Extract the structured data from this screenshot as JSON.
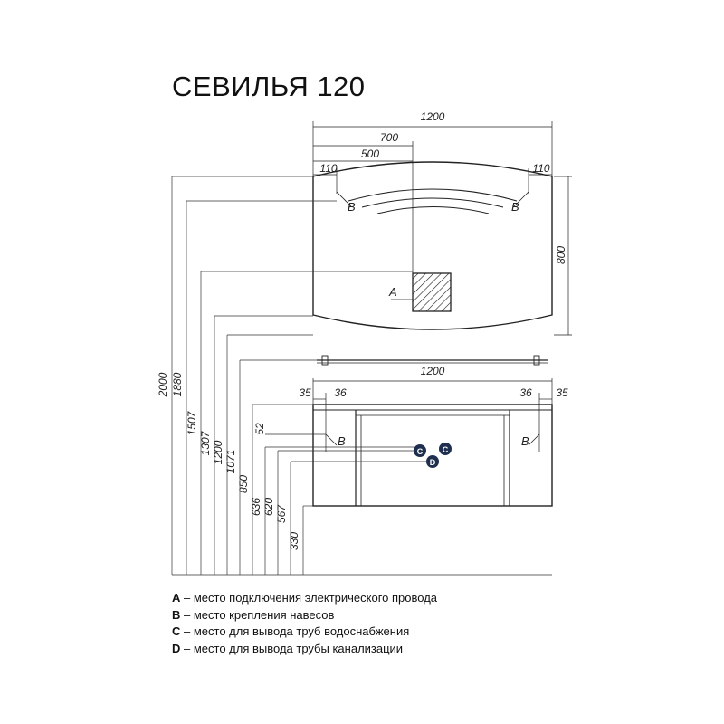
{
  "title": "СЕВИЛЬЯ 120",
  "mirror": {
    "width": "1200",
    "dim_700": "700",
    "dim_500": "500",
    "dim_110_left": "110",
    "dim_110_right": "110",
    "height": "800",
    "mark_b": "B",
    "mark_a": "A"
  },
  "shelf": {
    "width": "1200"
  },
  "cabinet": {
    "dim_35_left": "35",
    "dim_36_left": "36",
    "dim_36_right": "36",
    "dim_35_right": "35",
    "dim_52": "52",
    "mark_b": "B",
    "mark_c": "C",
    "mark_d": "D"
  },
  "heights": [
    "2000",
    "1880",
    "1507",
    "1307",
    "1200",
    "1071",
    "850",
    "636",
    "620",
    "567",
    "330"
  ],
  "legend": [
    {
      "key": "A",
      "text": " – место подключения электрического провода"
    },
    {
      "key": "B",
      "text": " – место крепления навесов"
    },
    {
      "key": "C",
      "text": " – место для вывода труб водоснабжения"
    },
    {
      "key": "D",
      "text": " – место для вывода трубы канализации"
    }
  ]
}
